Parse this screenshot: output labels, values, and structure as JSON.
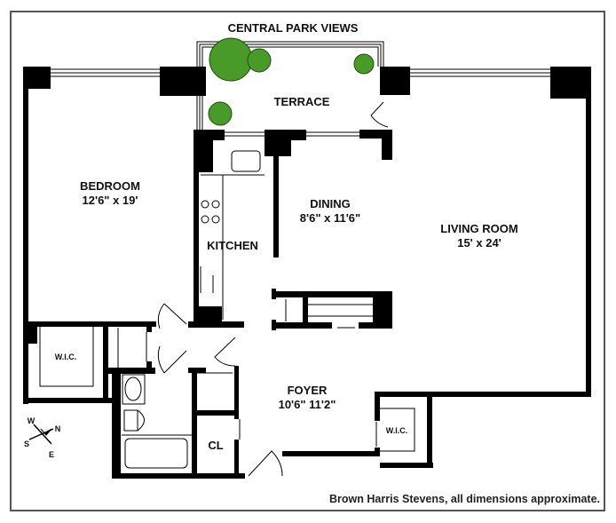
{
  "title": "CENTRAL PARK VIEWS",
  "rooms": {
    "terrace": {
      "name": "TERRACE"
    },
    "bedroom": {
      "name": "BEDROOM",
      "dims": "12'6\" x 19'"
    },
    "dining": {
      "name": "DINING",
      "dims": "8'6\" x 11'6\""
    },
    "living": {
      "name": "LIVING ROOM",
      "dims": "15' x 24'"
    },
    "kitchen": {
      "name": "KITCHEN"
    },
    "foyer": {
      "name": "FOYER",
      "dims": "10'6\" 11'2\""
    },
    "wic_bedroom": {
      "name": "W.I.C."
    },
    "wic_foyer": {
      "name": "W.I.C."
    },
    "closet": {
      "name": "CL"
    }
  },
  "compass": {
    "n": "N",
    "s": "S",
    "e": "E",
    "w": "W"
  },
  "credit": "Brown Harris Stevens, all dimensions approximate.",
  "colors": {
    "wall": "#000000",
    "tree": "#4a9a2a",
    "frame": "#555555"
  }
}
